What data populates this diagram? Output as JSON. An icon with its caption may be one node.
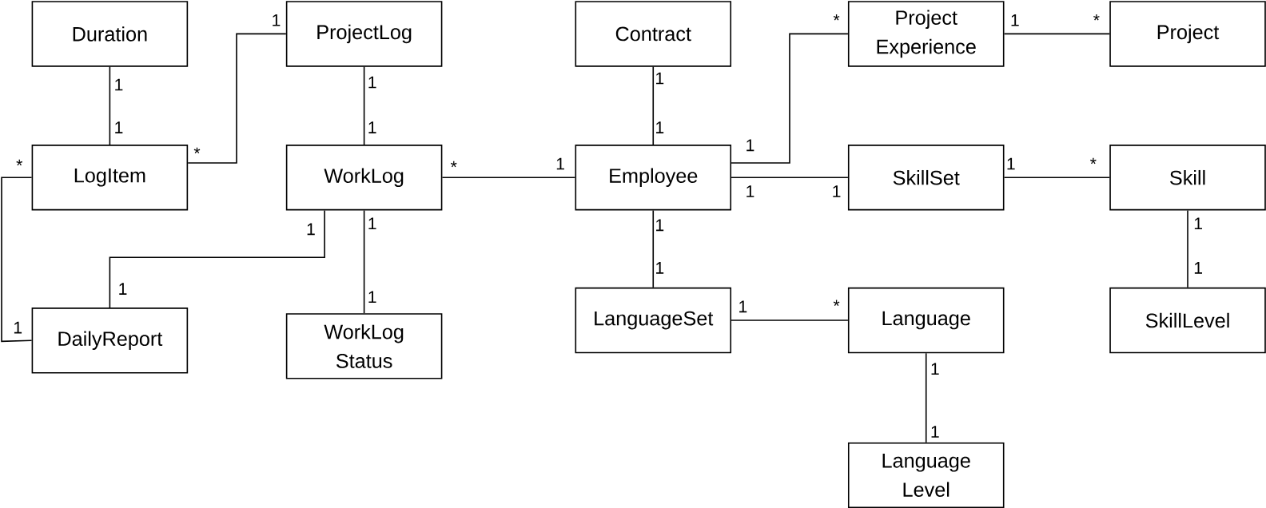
{
  "diagram": {
    "nodes": [
      {
        "text": [
          "Duration"
        ]
      },
      {
        "text": [
          "ProjectLog"
        ]
      },
      {
        "text": [
          "Contract"
        ]
      },
      {
        "text": [
          "Project Experience"
        ]
      },
      {
        "text": [
          "Project"
        ]
      },
      {
        "text": [
          "LogItem"
        ]
      },
      {
        "text": [
          "WorkLog"
        ]
      },
      {
        "text": [
          "Employee"
        ]
      },
      {
        "text": [
          "SkillSet"
        ]
      },
      {
        "text": [
          "Skill"
        ]
      },
      {
        "text": [
          "DailyReport"
        ]
      },
      {
        "text": [
          "WorkLog Status"
        ]
      },
      {
        "text": [
          "LanguageSet"
        ]
      },
      {
        "text": [
          "Language"
        ]
      },
      {
        "text": [
          "SkillLevel"
        ]
      },
      {
        "text": [
          "Language Level"
        ]
      }
    ],
    "edges": [
      {
        "from": 0,
        "to": 5,
        "arrow": "none"
      },
      {
        "from": 5,
        "to": 1,
        "arrow": "none"
      },
      {
        "from": 1,
        "to": 6,
        "arrow": "none"
      },
      {
        "from": 6,
        "to": 7,
        "arrow": "none"
      },
      {
        "from": 6,
        "to": 10,
        "arrow": "none"
      },
      {
        "from": 5,
        "to": 10,
        "arrow": "none"
      },
      {
        "from": 6,
        "to": 11,
        "arrow": "none"
      },
      {
        "from": 2,
        "to": 7,
        "arrow": "none"
      },
      {
        "from": 7,
        "to": 3,
        "arrow": "none"
      },
      {
        "from": 7,
        "to": 8,
        "arrow": "none"
      },
      {
        "from": 7,
        "to": 12,
        "arrow": "none"
      },
      {
        "from": 3,
        "to": 4,
        "arrow": "none"
      },
      {
        "from": 8,
        "to": 9,
        "arrow": "none"
      },
      {
        "from": 9,
        "to": 14,
        "arrow": "none"
      },
      {
        "from": 12,
        "to": 13,
        "arrow": "none"
      },
      {
        "from": 13,
        "to": 15,
        "arrow": "none"
      }
    ],
    "labels": [
      "1",
      "*",
      "1",
      "*",
      "1",
      "1",
      "1",
      "1",
      "1",
      "1",
      "*",
      "*",
      "*",
      "1",
      "1",
      "1",
      "*",
      "1",
      "1",
      "1",
      "1",
      "1",
      "1",
      "1",
      "1",
      "1",
      "1",
      "1",
      "1",
      "*",
      "1",
      "1"
    ]
  }
}
